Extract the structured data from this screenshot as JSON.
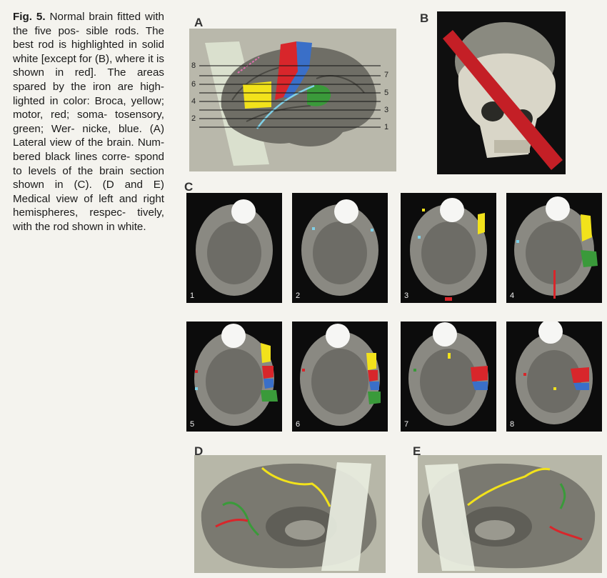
{
  "caption": {
    "fig_label": "Fig. 5.",
    "lines": [
      "Normal brain",
      "fitted with the five pos-",
      "sible rods. The best rod",
      "is highlighted in solid",
      "white [except for (B),",
      "where it is shown in",
      "red]. The areas spared",
      "by the iron are high-",
      "lighted in color: Broca,",
      "yellow; motor, red; soma-",
      "tosensory, green; Wer-",
      "nicke, blue. (A) Lateral",
      "view of the brain. Num-",
      "bered black lines corre-",
      "spond to levels of the",
      "brain section shown in",
      "(C). (D and E) Medical",
      "view of left and right",
      "hemispheres, respec-",
      "tively, with the rod",
      "shown in white."
    ]
  },
  "panels": {
    "a": "A",
    "b": "B",
    "c": "C",
    "d": "D",
    "e": "E"
  },
  "levels_left": [
    "8",
    "6",
    "4",
    "2"
  ],
  "levels_right": [
    "7",
    "5",
    "3",
    "1"
  ],
  "slices": [
    "1",
    "2",
    "3",
    "4",
    "5",
    "6",
    "7",
    "8"
  ],
  "colors": {
    "broca": "#f2e21b",
    "motor": "#d8262b",
    "somatosensory": "#3a9a3a",
    "wernicke": "#3a6fc8",
    "rod": "#e8ede0"
  }
}
